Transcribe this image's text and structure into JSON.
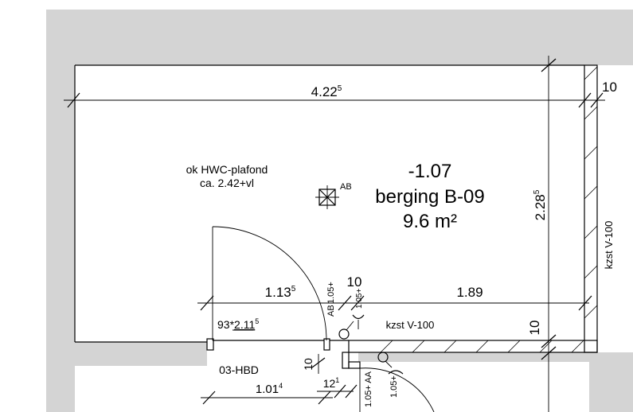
{
  "room": {
    "level": "-1.07",
    "name": "berging B-09",
    "area": "9.6 m²"
  },
  "ceiling_note": {
    "line1": "ok HWC-plafond",
    "line2": "ca. 2.42+vl"
  },
  "fixture": {
    "label": "AB"
  },
  "dimensions": {
    "top_width": "4.22",
    "top_width_sup": "5",
    "right_wall": "10",
    "room_height": "2.28",
    "room_height_sup": "5",
    "left_segment": "1.13",
    "left_segment_sup": "5",
    "right_segment": "1.89",
    "gap": "10",
    "partition_thickness": "10",
    "small_vertical": "10",
    "door_opening": "1.01",
    "door_opening_sup": "4",
    "small_width": "12",
    "small_width_sup": "1"
  },
  "labels": {
    "wall_right": "kzst V-100",
    "wall_partition": "kzst V-100",
    "door_code": "93*",
    "door_height": "2.11",
    "door_height_sup": "5",
    "adjacent_room": "03-HBD",
    "outlet_ab": "AB",
    "outlet_ab_height": "1.05+",
    "outlet_ab_height_2": "1.05+",
    "outlet_aa": "1.05+ AA",
    "outlet_lower": "1.05+"
  }
}
